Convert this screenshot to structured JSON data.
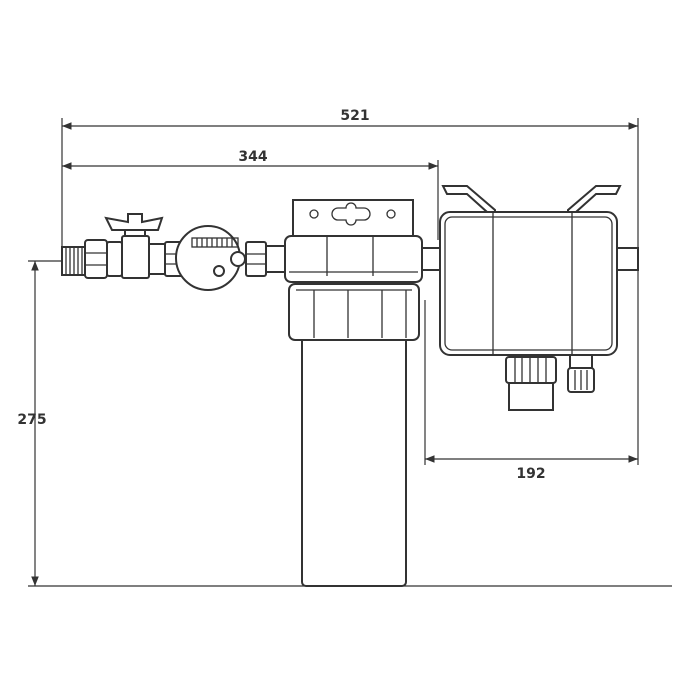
{
  "dimensions": {
    "total_width": "521",
    "filter_offset": "344",
    "height": "275",
    "unit_width": "192"
  },
  "colors": {
    "line": "#333333",
    "background": "#ffffff"
  }
}
